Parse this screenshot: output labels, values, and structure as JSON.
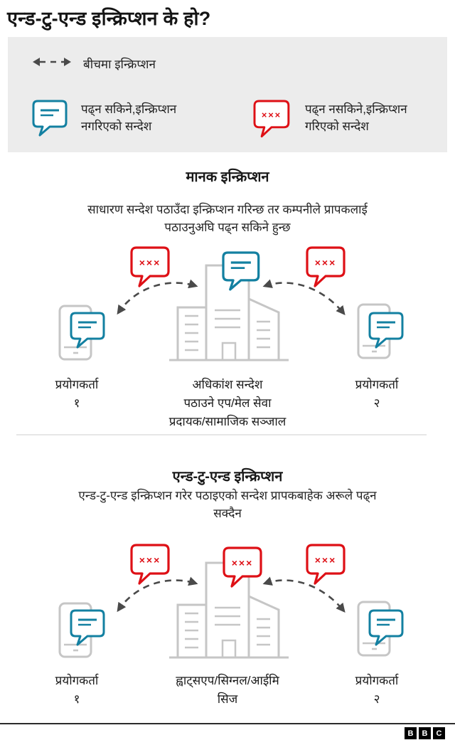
{
  "page": {
    "title": "एन्ड-टु-एन्ड इन्क्रिप्शन के हो?"
  },
  "legend": {
    "arrow_label": "बीचमा इन्क्रिप्शन",
    "readable_label": "पढ्न सकिने,इन्क्रिप्शन\nनगरिएको सन्देश",
    "encrypted_label": "पढ्न नसकिने,इन्क्रिप्शन\nगरिएको सन्देश"
  },
  "sections": [
    {
      "title": "मानक इन्क्रिप्शन",
      "description": "साधारण सन्देश पठाउँदा इन्क्रिप्शन गरिन्छ तर कम्पनीले प्रापकलाई\nपठाउनुअघि पढ्न सकिने हुन्छ",
      "center_bubble": "readable",
      "left_label": "प्रयोगकर्ता\n१",
      "center_label": "अधिकांश सन्देश\nपठाउने एप/मेल सेवा\nप्रदायक/सामाजिक सञ्जाल",
      "right_label": "प्रयोगकर्ता\n२"
    },
    {
      "title": "एन्ड-टु-एन्ड इन्क्रिप्शन",
      "description": "एन्ड-टु-एन्ड इन्क्रिप्शन गरेर पठाइएको सन्देश प्रापकबाहेक अरूले पढ्न\nसक्दैन",
      "center_bubble": "encrypted",
      "left_label": "प्रयोगकर्ता\n१",
      "center_label": "ह्वाट्सएप/सिग्नल/आईमि\nसिज",
      "right_label": "प्रयोगकर्ता\n२"
    }
  ],
  "icons": {
    "readable_bubble": "speech-bubble-with-text-lines",
    "encrypted_bubble": "speech-bubble-with-xxx",
    "encrypted_text": "×××",
    "arrow": "dashed-double-headed-arrow",
    "phone": "smartphone-outline",
    "building": "company-buildings-outline"
  },
  "colors": {
    "readable": "#1380a1",
    "encrypted": "#de1016",
    "icon_gray": "#c6c6c6",
    "arrow_gray": "#4a4a4a",
    "legend_bg": "#ececec",
    "text": "#1a1a1a"
  },
  "footer": {
    "logo_letters": [
      "B",
      "B",
      "C"
    ]
  }
}
